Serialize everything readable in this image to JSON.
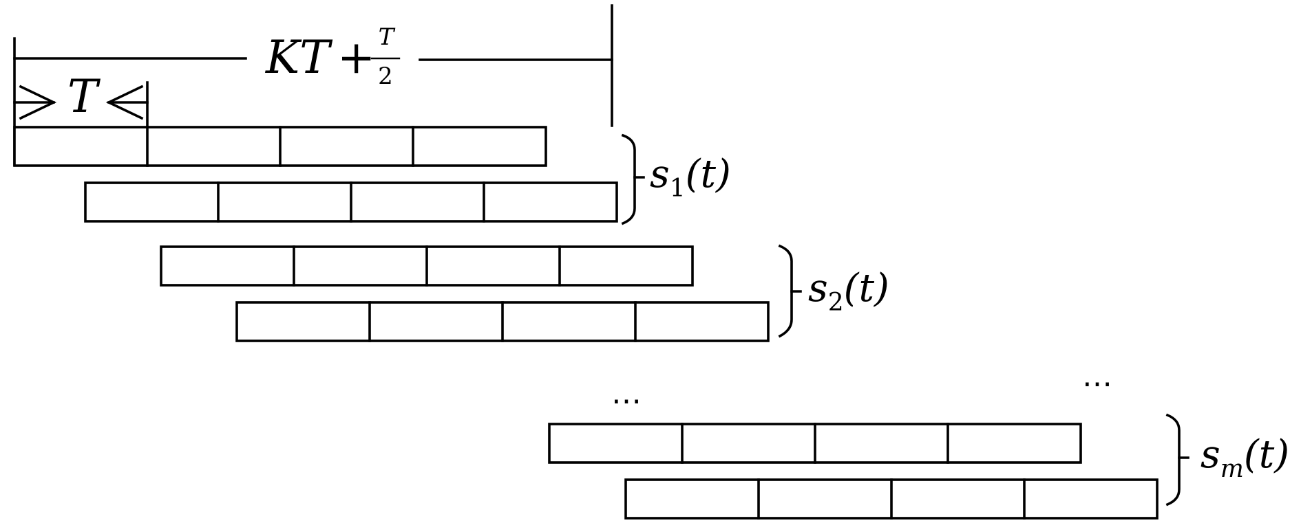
{
  "dimension_labels": {
    "total_duration": {
      "main": "KT",
      "plus": "+",
      "frac_num": "T",
      "frac_den": "2"
    },
    "symbol_period": {
      "arrow_left": "→",
      "symbol": "T",
      "arrow_right": "←"
    }
  },
  "signals": [
    {
      "label_base": "s",
      "label_sub": "1",
      "label_arg": "(t)",
      "rows": 2,
      "cells_per_row": 4
    },
    {
      "label_base": "s",
      "label_sub": "2",
      "label_arg": "(t)",
      "rows": 2,
      "cells_per_row": 4
    },
    {
      "label_base": "s",
      "label_sub": "m",
      "label_arg": "(t)",
      "rows": 2,
      "cells_per_row": 4
    }
  ],
  "ellipsis": {
    "left": "⋯",
    "right": "⋯"
  }
}
